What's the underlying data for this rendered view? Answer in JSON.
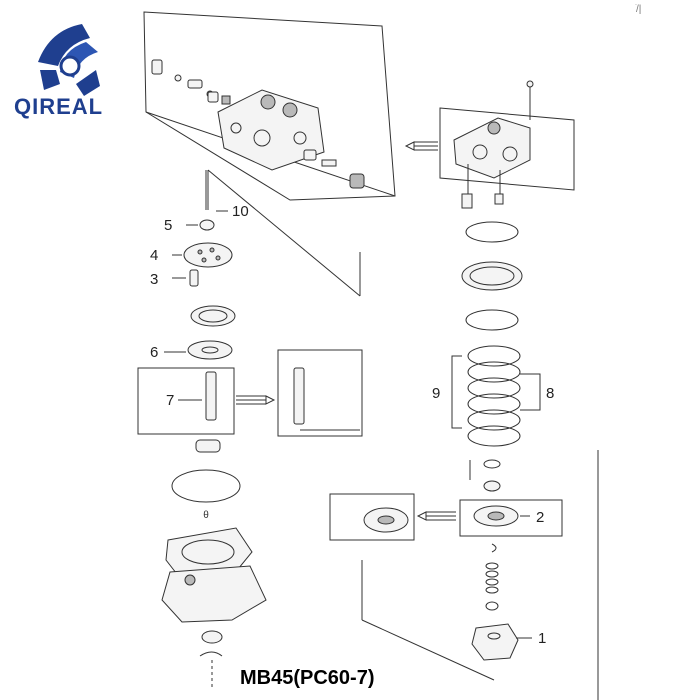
{
  "logo": {
    "text": "QIREAL",
    "brand_color": "#1f3f8f",
    "icon": "gear-shield-logo"
  },
  "title": "MB45(PC60-7)",
  "callouts": {
    "p1": "1",
    "p2": "2",
    "p3": "3",
    "p4": "4",
    "p5": "5",
    "p6": "6",
    "p7": "7",
    "p8": "8",
    "p9": "9",
    "p10": "10"
  }
}
